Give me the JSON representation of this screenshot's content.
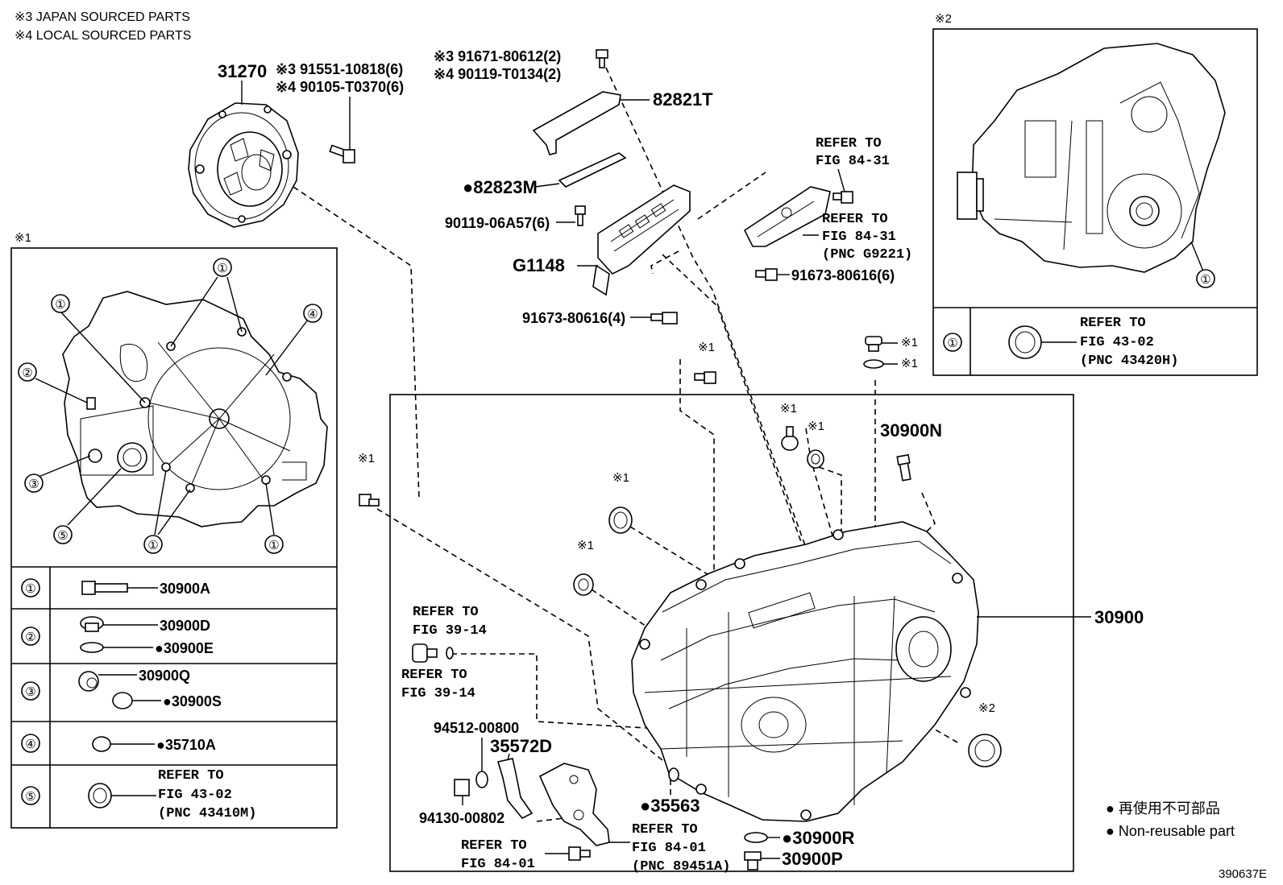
{
  "notes": {
    "japan": "※3 JAPAN SOURCED PARTS",
    "local": "※4 LOCAL SOURCED PARTS",
    "drawing_id": "390637E"
  },
  "box_labels": {
    "box1": "※1",
    "box2": "※2"
  },
  "legend": {
    "line1": "● 再使用不可部品",
    "line2": "● Non-reusable part"
  },
  "labels": {
    "clutch_cover": "31270",
    "bolt_a": "※3 91551-10818(6)",
    "bolt_b": "※4 90105-T0370(6)",
    "bolt_c": "※3 91671-80612(2)",
    "bolt_d": "※4 90119-T0134(2)",
    "bracket_top": "82821T",
    "seal_bar": "●82823M",
    "bolt_e": "90119-06A57(6)",
    "actuator": "G1148",
    "bolt_f": "91673-80616(4)",
    "bolt_g": "91673-80616(6)",
    "ref_84_31_a1": "REFER TO",
    "ref_84_31_a2": "FIG 84-31",
    "ref_84_31_b1": "REFER TO",
    "ref_84_31_b2": "FIG 84-31",
    "ref_84_31_b3": "(PNC G9221)",
    "box2_ref1": "REFER TO",
    "box2_ref2": "FIG 43-02",
    "box2_ref3": "(PNC 43420H)",
    "plug_mark1": "※1",
    "washer_mark1": "※1",
    "case_bolt_mark": "※1",
    "mark_seal_right": "※1",
    "mark_plug_right": "※1",
    "breather": "30900N",
    "mark_left_bolt": "※1",
    "mark_seal_a": "※1",
    "mark_seal_b": "※1",
    "transaxle": "30900",
    "ref_39_14_a1": "REFER TO",
    "ref_39_14_a2": "FIG 39-14",
    "ref_39_14_b1": "REFER TO",
    "ref_39_14_b2": "FIG 39-14",
    "washer_94512": "94512-00800",
    "nut_94130": "94130-00802",
    "lever_35572d": "35572D",
    "oring_35563": "●35563",
    "ref_84_01_a1": "REFER TO",
    "ref_84_01_a2": "FIG 84-01",
    "ref_84_01_b1": "REFER TO",
    "ref_84_01_b2": "FIG 84-01",
    "ref_84_01_b3": "(PNC 89451A)",
    "gasket_30900r": "●30900R",
    "plug_30900p": "30900P",
    "mark_right_seal": "※2"
  },
  "box1_table": [
    {
      "num": "①",
      "lines": [
        "30900A"
      ]
    },
    {
      "num": "②",
      "lines": [
        "30900D",
        "●30900E"
      ]
    },
    {
      "num": "③",
      "lines": [
        "30900Q",
        "●30900S"
      ]
    },
    {
      "num": "④",
      "lines": [
        "●35710A"
      ]
    },
    {
      "num": "⑤",
      "lines": [
        "REFER TO",
        "FIG 43-02",
        "(PNC 43410M)"
      ]
    }
  ],
  "box1_callouts": [
    "①",
    "①",
    "②",
    "③",
    "④",
    "⑤",
    "①",
    "①"
  ],
  "box2_table": {
    "num": "①"
  },
  "box2_callout": "①"
}
